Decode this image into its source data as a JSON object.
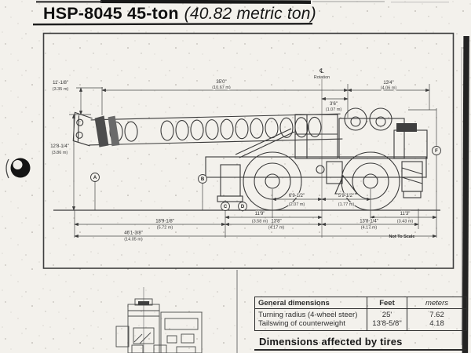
{
  "title": {
    "model": "HSP-8045 45-ton",
    "metric": "(40.82 metric ton)"
  },
  "diagram": {
    "rotation_symbol": "℄",
    "rotation_label": "Rotation",
    "not_to_scale": "Not To Scale",
    "callouts": {
      "a": "A",
      "b": "B",
      "c": "C",
      "d": "D",
      "f": "F"
    },
    "dims": {
      "boom_length": {
        "ft": "35'0\"",
        "m": "(10.67 m)"
      },
      "tip_height": {
        "ft": "11'-1/8\"",
        "m": "(3.35 m)"
      },
      "overall_height": {
        "ft": "12'8-1/4\"",
        "m": "(3.86 m)"
      },
      "cl_to_boom_hinge": {
        "ft": "3'6\"",
        "m": "(1.07 m)"
      },
      "cl_to_rear_end": {
        "ft": "13'4\"",
        "m": "(4.06 m)"
      },
      "front_axle_to_cl": {
        "ft": "6'9-1/2\"",
        "m": "(2.07 m)"
      },
      "cl_to_rear_axle": {
        "ft": "5'9-1/2\"",
        "m": "(1.77 m)"
      },
      "bumper_to_cl": {
        "ft": "11'9\"",
        "m": "(3.58 m)"
      },
      "cl_to_tail": {
        "ft": "11'3\"",
        "m": "(3.43 m)"
      },
      "tip_to_front": {
        "ft": "18'9-1/8\"",
        "m": "(5.72 m)"
      },
      "wheelbase": {
        "ft": "13'8\"",
        "m": "(4.17 m)"
      },
      "rear_span": {
        "ft": "13'8-1/4\"",
        "m": "(4.17 m)"
      },
      "overall_length": {
        "ft": "46'1-3/8\"",
        "m": "(14.05 m)"
      }
    }
  },
  "table": {
    "headers": [
      "General dimensions",
      "Feet",
      "meters"
    ],
    "rows": [
      {
        "label": "Turning radius (4-wheel steer)",
        "feet": "25'",
        "meters": "7.62"
      },
      {
        "label": "Tailswing of counterweight",
        "feet": "13'8-5/8\"",
        "meters": "4.18"
      }
    ]
  },
  "section": {
    "heading": "Dimensions affected by tires"
  }
}
